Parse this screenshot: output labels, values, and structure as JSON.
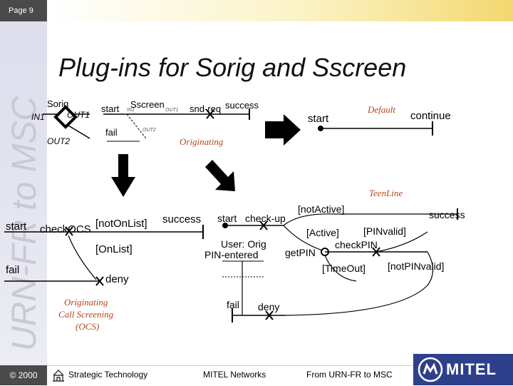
{
  "header": {
    "page_label": "Page 9",
    "vertical_title": "URN-FR to MSC"
  },
  "slide": {
    "title": "Plug-ins for Sorig and Sscreen"
  },
  "sorig_box": {
    "name": "Sorig",
    "in1": "IN1",
    "out1": "OUT1",
    "out2": "OUT2"
  },
  "sscreen_panel": {
    "name": "Sscreen",
    "start": "start",
    "snd_req": "snd-req",
    "success": "success",
    "fail": "fail",
    "in1": "IN1",
    "out1": "OUT1",
    "out2": "OUT2"
  },
  "default_panel": {
    "tag": "Default",
    "start": "start",
    "continue": "continue"
  },
  "originating_label": "Originating",
  "ocs_panel": {
    "start": "start",
    "check": "checkOCS",
    "not_on_list": "[notOnList]",
    "success": "success",
    "on_list": "[OnList]",
    "fail": "fail",
    "deny": "deny",
    "caption_lines": [
      "Originating",
      "Call Screening",
      "(OCS)"
    ]
  },
  "teenline_panel": {
    "tag": "TeenLine",
    "start": "start",
    "check_up": "check-up",
    "not_active": "[notActive]",
    "success": "success",
    "active": "[Active]",
    "pin_valid": "[PINvalid]",
    "user_orig": "User: Orig",
    "pin_entered": "PIN-entered",
    "get_pin": "getPIN",
    "check_pin": "checkPIN",
    "timeout": "[TimeOut]",
    "not_pin_valid": "[notPINvalid]",
    "fail": "fail",
    "deny": "deny"
  },
  "footer": {
    "copyright": "© 2000",
    "strategic": "Strategic Technology",
    "networks": "MITEL Networks",
    "source": "From URN-FR to MSC",
    "brand": "MITEL"
  }
}
